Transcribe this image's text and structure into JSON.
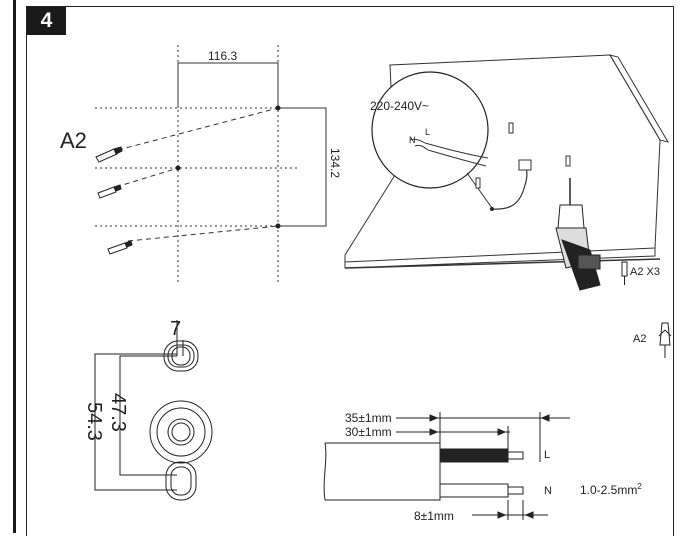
{
  "step": {
    "number": "4"
  },
  "drill_template": {
    "width_label": "116.3",
    "height_label": "134.2",
    "anchor_label": "A2"
  },
  "install_scene": {
    "voltage_label": "220-240V~",
    "neutral_label": "N",
    "live_label": "L",
    "anchor_qty_label": "A2 X3"
  },
  "mount_detail": {
    "slot_width_label": "7",
    "inner_distance_label": "47.3",
    "outer_distance_label": "54.3"
  },
  "anchor_key": {
    "label": "A2"
  },
  "wire_strip": {
    "outer_strip_label": "35±1mm",
    "inner_strip_label": "30±1mm",
    "conductor_strip_label": "8±1mm",
    "live_label": "L",
    "neutral_label": "N",
    "cross_section_label": "1.0-2.5mm",
    "cross_section_sup": "2"
  }
}
